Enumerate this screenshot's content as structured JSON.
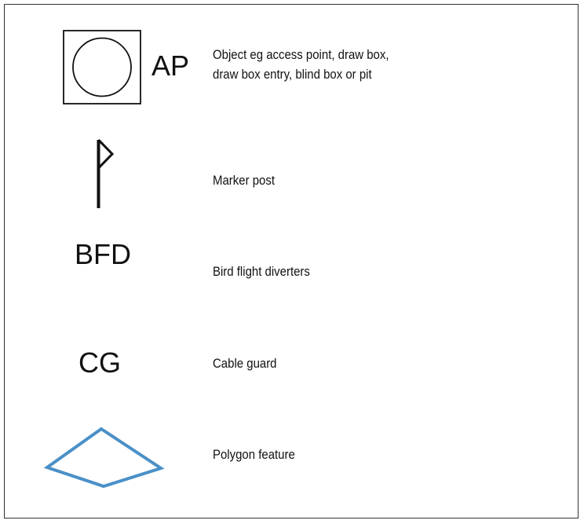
{
  "legend": {
    "rows": [
      {
        "symbol_label": "AP",
        "description_lines": [
          "Object eg access point, draw box,",
          "draw box entry, blind box or pit"
        ]
      },
      {
        "symbol_label": "",
        "description_lines": [
          "Marker post"
        ]
      },
      {
        "symbol_label": "BFD",
        "description_lines": [
          "Bird flight diverters"
        ]
      },
      {
        "symbol_label": "CG",
        "description_lines": [
          "Cable guard"
        ]
      },
      {
        "symbol_label": "",
        "description_lines": [
          "Polygon feature"
        ]
      }
    ]
  },
  "colors": {
    "symbol": "#111111",
    "polygon": "#4a90c8"
  }
}
